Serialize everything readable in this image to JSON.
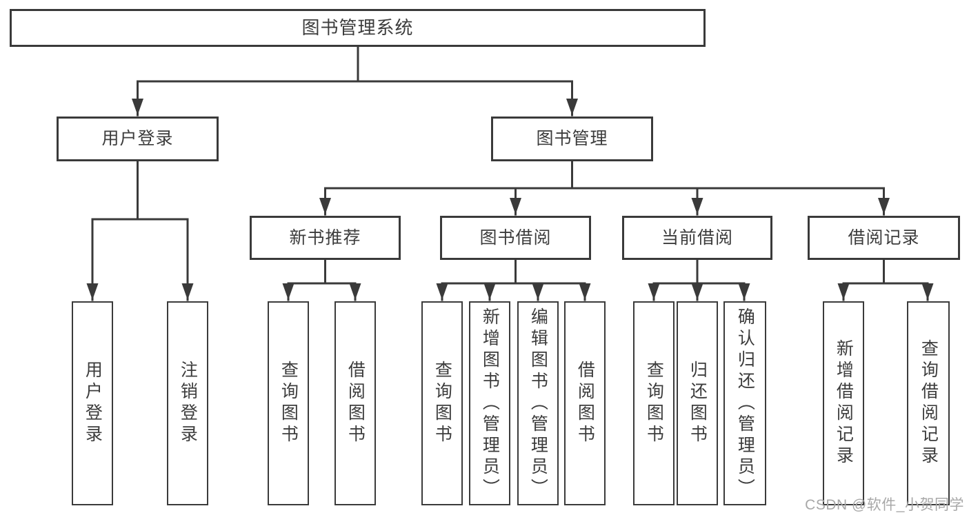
{
  "diagram": {
    "root": {
      "label": "图书管理系统"
    },
    "branches": [
      {
        "label": "用户登录",
        "children": [
          {
            "label": "用户登录"
          },
          {
            "label": "注销登录"
          }
        ]
      },
      {
        "label": "图书管理",
        "children": [
          {
            "label": "新书推荐",
            "children": [
              {
                "label": "查询图书"
              },
              {
                "label": "借阅图书"
              }
            ]
          },
          {
            "label": "图书借阅",
            "children": [
              {
                "label": "查询图书"
              },
              {
                "label": "新增图书（管理员）"
              },
              {
                "label": "编辑图书（管理员）"
              },
              {
                "label": "借阅图书"
              }
            ]
          },
          {
            "label": "当前借阅",
            "children": [
              {
                "label": "查询图书"
              },
              {
                "label": "归还图书"
              },
              {
                "label": "确认归还（管理员）"
              }
            ]
          },
          {
            "label": "借阅记录",
            "children": [
              {
                "label": "新增借阅记录"
              },
              {
                "label": "查询借阅记录"
              }
            ]
          }
        ]
      }
    ]
  },
  "watermark": {
    "text": "CSDN @软件_小贺同学"
  },
  "colors": {
    "line": "#3a3a3a",
    "box_border": "#3a3a3a",
    "box_fill": "#ffffff",
    "text": "#3c3c3c",
    "watermark": "#a8a8a8"
  }
}
